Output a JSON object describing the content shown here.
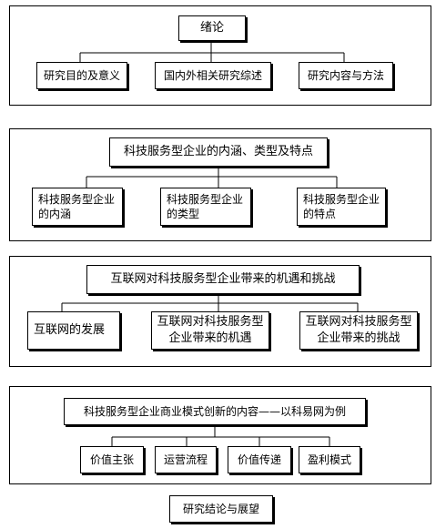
{
  "sections": [
    {
      "title": "绪论",
      "children": [
        "研究目的及意义",
        "国内外相关研究综述",
        "研究内容与方法"
      ]
    },
    {
      "title": "科技服务型企业的内涵、类型及特点",
      "children": [
        "科技服务型企业的内涵",
        "科技服务型企业的类型",
        "科技服务型企业的特点"
      ]
    },
    {
      "title": "互联网对科技服务型企业带来的机遇和挑战",
      "children": [
        "互联网的发展",
        "互联网对科技服务型企业带来的机遇",
        "互联网对科技服务型企业带来的挑战"
      ]
    },
    {
      "title": "科技服务型企业商业模式创新的内容——以科易网为例",
      "children": [
        "价值主张",
        "运营流程",
        "价值传递",
        "盈利模式"
      ]
    }
  ],
  "conclusion": "研究结论与展望"
}
